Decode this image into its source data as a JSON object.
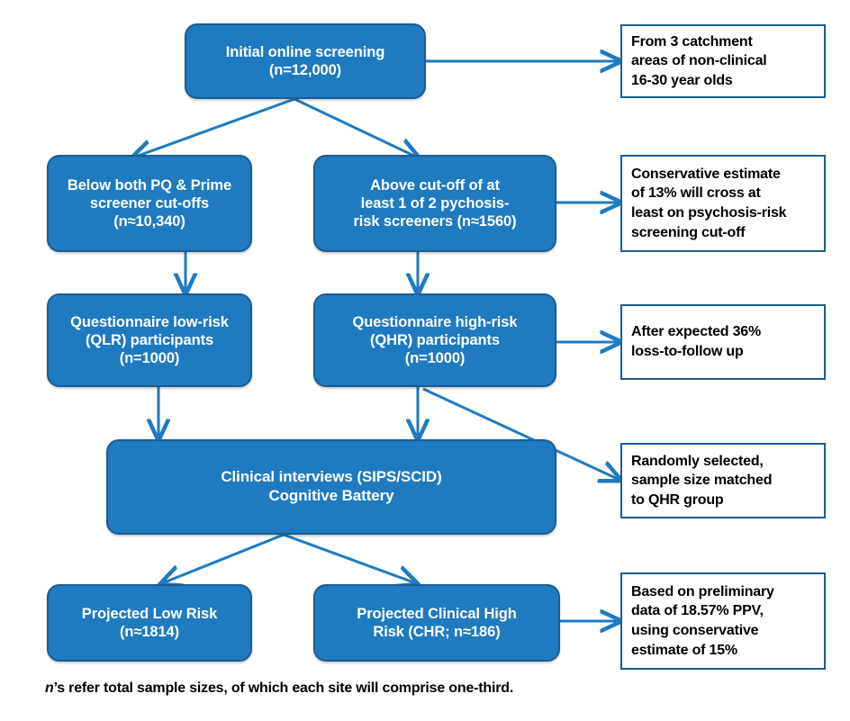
{
  "diagram": {
    "title": "Study recruitment and screening flowchart",
    "accent_color": "#1F7AC0",
    "border_color": "#1B5D91",
    "arrow_color": "#1F7AC0",
    "note_text_color": "#000000",
    "process_text_color": "#FFFFFF",
    "background_color": "#FFFFFF"
  },
  "process_nodes": [
    {
      "id": "initial-screening",
      "text": "Initial online screening\n(n=12,000)"
    },
    {
      "id": "below-cutoff",
      "text": "Below both PQ & Prime\nscreener cut-offs\n(n≈10,340)"
    },
    {
      "id": "above-cutoff",
      "text": "Above cut-off of at\nleast 1 of 2  pychosis-\nrisk screeners (n≈1560)"
    },
    {
      "id": "questionnaire-low",
      "text": "Questionnaire low-risk\n(QLR) participants\n(n=1000)"
    },
    {
      "id": "questionnaire-high",
      "text": "Questionnaire high-risk\n(QHR) participants\n(n=1000)"
    },
    {
      "id": "clinical-interviews",
      "text": "Clinical interviews (SIPS/SCID)\nCognitive Battery"
    },
    {
      "id": "projected-low-risk",
      "text": "Projected Low Risk\n(n≈1814)"
    },
    {
      "id": "projected-chr",
      "text": "Projected Clinical High\nRisk (CHR; n≈186)"
    }
  ],
  "note_nodes": [
    {
      "id": "note-catchment",
      "text": "From 3 catchment\nareas of non-clinical\n16-30 year olds"
    },
    {
      "id": "note-conservative",
      "text": "Conservative estimate\nof 13% will cross at\nleast on psychosis-risk\nscreening cut-off"
    },
    {
      "id": "note-loss",
      "text": "After expected 36%\nloss-to-follow up"
    },
    {
      "id": "note-random",
      "text": "Randomly selected,\nsample size matched\nto QHR group"
    },
    {
      "id": "note-ppv",
      "text": "Based on preliminary\ndata of 18.57% PPV,\nusing conservative\nestimate of 15%"
    }
  ],
  "footnote": {
    "emphasis": "n",
    "text": "’s refer total sample sizes, of which each site will comprise one-third."
  },
  "connectors": [
    {
      "id": "edge-initial-to-note-catchment",
      "from": "initial-screening",
      "to": "note-catchment",
      "kind": "straight-right"
    },
    {
      "id": "edge-initial-to-below",
      "from": "initial-screening",
      "to": "below-cutoff",
      "kind": "branch-left"
    },
    {
      "id": "edge-initial-to-above",
      "from": "initial-screening",
      "to": "above-cutoff",
      "kind": "branch-right"
    },
    {
      "id": "edge-above-to-note-conservative",
      "from": "above-cutoff",
      "to": "note-conservative",
      "kind": "straight-right"
    },
    {
      "id": "edge-below-to-qlr",
      "from": "below-cutoff",
      "to": "questionnaire-low",
      "kind": "straight-down"
    },
    {
      "id": "edge-above-to-qhr",
      "from": "above-cutoff",
      "to": "questionnaire-high",
      "kind": "straight-down"
    },
    {
      "id": "edge-qhr-to-note-loss",
      "from": "questionnaire-high",
      "to": "note-loss",
      "kind": "straight-right"
    },
    {
      "id": "edge-qlr-to-clinical",
      "from": "questionnaire-low",
      "to": "clinical-interviews",
      "kind": "straight-down"
    },
    {
      "id": "edge-qhr-to-clinical",
      "from": "questionnaire-high",
      "to": "clinical-interviews",
      "kind": "straight-down"
    },
    {
      "id": "edge-qhr-to-note-random",
      "from": "questionnaire-high",
      "to": "note-random",
      "kind": "diagonal-down-right"
    },
    {
      "id": "edge-clinical-to-low",
      "from": "clinical-interviews",
      "to": "projected-low-risk",
      "kind": "branch-left"
    },
    {
      "id": "edge-clinical-to-chr",
      "from": "clinical-interviews",
      "to": "projected-chr",
      "kind": "branch-right"
    },
    {
      "id": "edge-chr-to-note-ppv",
      "from": "projected-chr",
      "to": "note-ppv",
      "kind": "straight-right"
    }
  ]
}
